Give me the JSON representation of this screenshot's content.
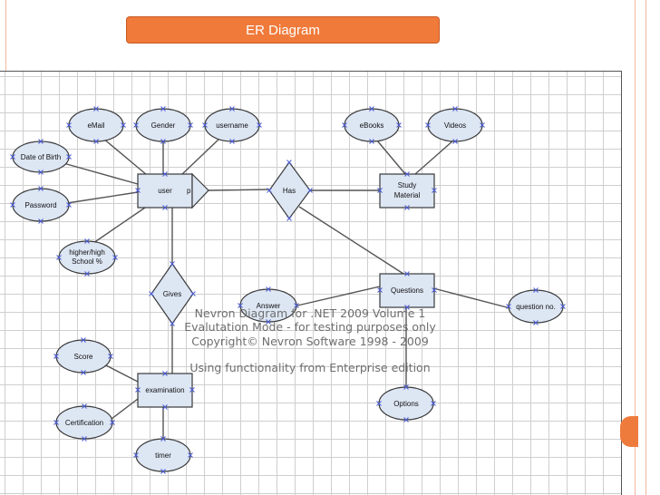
{
  "slide": {
    "title": "ER Diagram"
  },
  "diagram": {
    "entities": {
      "user": "user",
      "study_material_line1": "Study",
      "study_material_line2": "Material",
      "questions": "Questions",
      "examination": "examination"
    },
    "relationships": {
      "has": "Has",
      "gives": "Gives"
    },
    "attributes": {
      "email": "eMail",
      "gender": "Gender",
      "username": "username",
      "date_of_birth": "Date of Birth",
      "password": "Password",
      "higher_school_line1": "higher/high",
      "higher_school_line2": "School %",
      "ebooks": "eBooks",
      "videos": "Videos",
      "answer": "Answer",
      "question_no": "question no.",
      "options": "Options",
      "score": "Score",
      "certification": "Certification",
      "timer": "timer"
    },
    "user_marker": "p"
  },
  "watermark": {
    "line1": "Nevron Diagram for .NET 2009 Volume 1",
    "line2": "Evalutation Mode - for testing purposes only",
    "line3": "Copyright© Nevron Software 1998 - 2009",
    "line4": "Using functionality from Enterprise edition"
  },
  "colors": {
    "title_bar": "#f07a3a",
    "shape_fill": "#dde6f3",
    "port_marker": "#4a5bd6"
  }
}
